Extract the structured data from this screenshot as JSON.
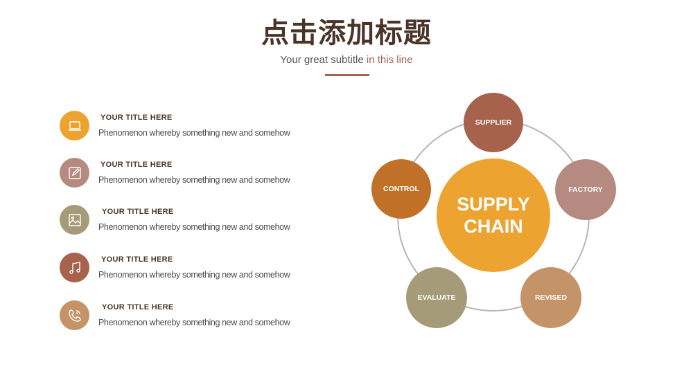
{
  "header": {
    "title": "点击添加标题",
    "subtitle_part1": "Your great subtitle",
    "subtitle_part2": "in this line"
  },
  "list": {
    "items": [
      {
        "icon": "laptop-icon",
        "color": "#eda330",
        "title": "YOUR TITLE HERE",
        "text": "Phenomenon whereby something new and somehow"
      },
      {
        "icon": "edit-icon",
        "color": "#b58a80",
        "title": "YOUR TITLE HERE",
        "text": "Phenomenon whereby something new and somehow"
      },
      {
        "icon": "image-icon",
        "color": "#a59b78",
        "title": "YOUR TITLE HERE",
        "text": "Phenomenon whereby something new and somehow"
      },
      {
        "icon": "music-icon",
        "color": "#a6624c",
        "title": "YOUR TITLE HERE",
        "text": "Phenomenon whereby something new and somehow"
      },
      {
        "icon": "phone-icon",
        "color": "#c49468",
        "title": "YOUR TITLE HERE",
        "text": "Phenomenon whereby something new and somehow"
      }
    ]
  },
  "diagram": {
    "center": "SUPPLY CHAIN",
    "nodes": [
      {
        "label": "SUPPLIER",
        "color": "#a6624c"
      },
      {
        "label": "FACTORY",
        "color": "#b58a80"
      },
      {
        "label": "REVISED",
        "color": "#c49468"
      },
      {
        "label": "EVALUATE",
        "color": "#a59b78"
      },
      {
        "label": "CONTROL",
        "color": "#c07127"
      }
    ],
    "ring_color": "#b5b5b5"
  }
}
